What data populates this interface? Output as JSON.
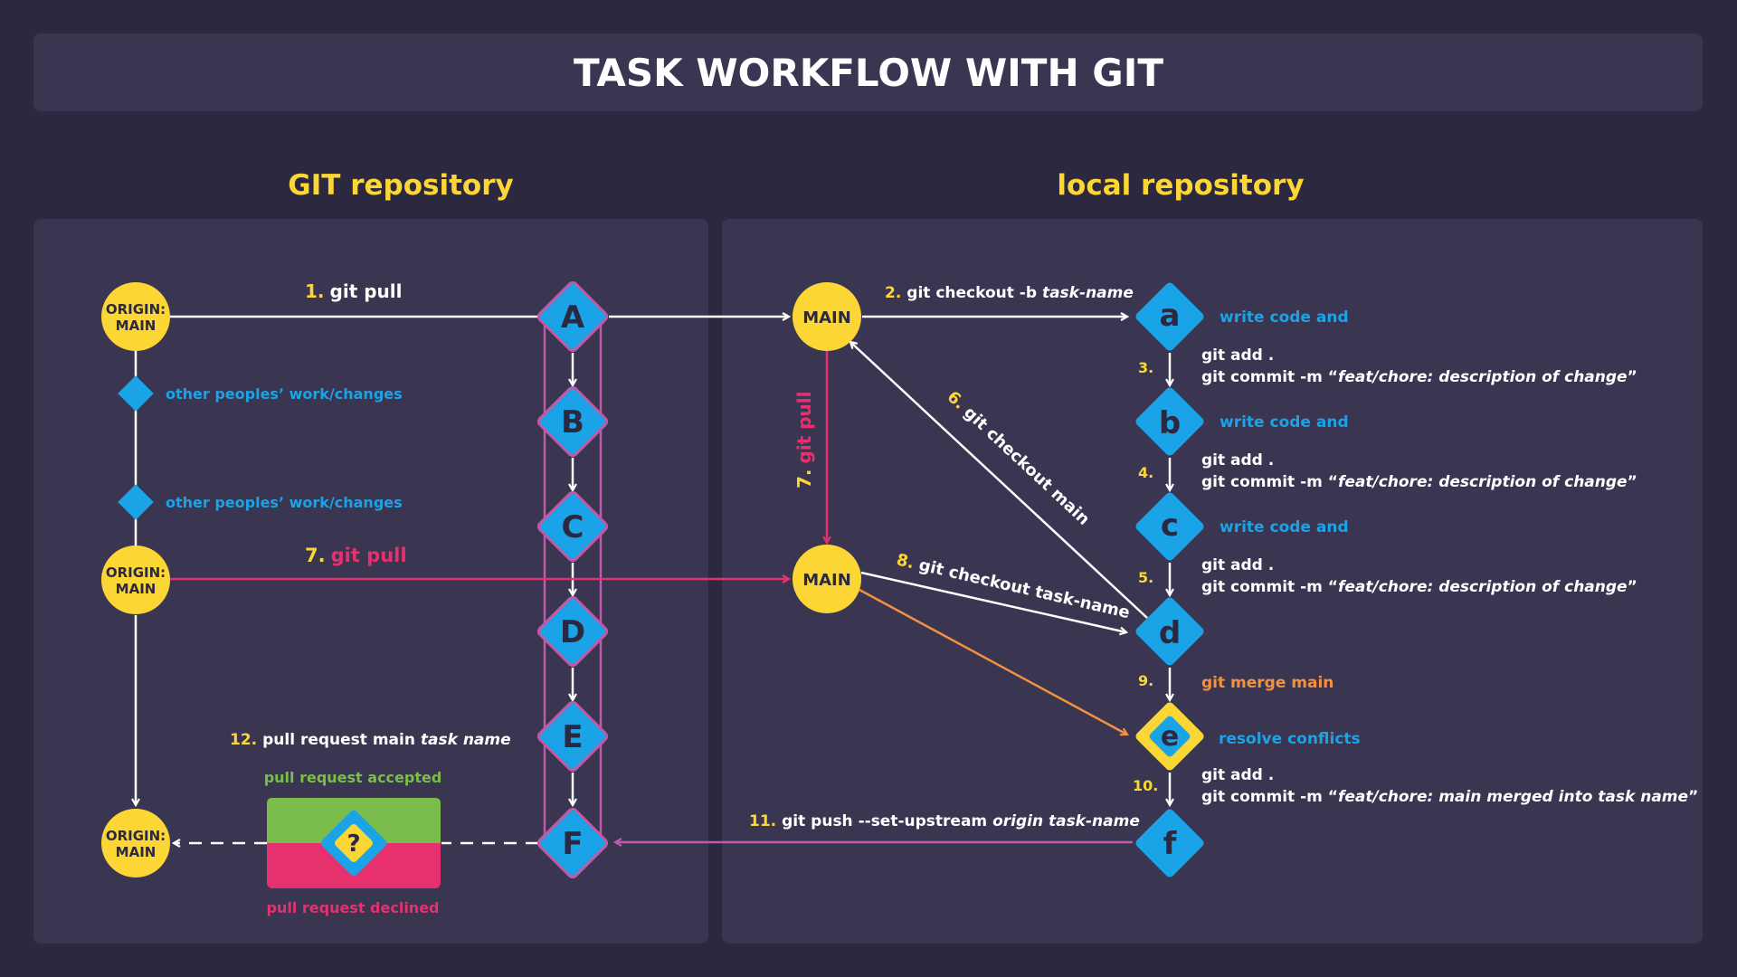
{
  "title": "TASK WORKFLOW  WITH GIT",
  "panels": {
    "left": "GIT repository",
    "right": "local repository"
  },
  "colors": {
    "background": "#2c283f",
    "panel": "#3a3551",
    "yellow": "#fcd635",
    "blue": "#1ba3e8",
    "pink": "#e7316f",
    "orange": "#f39141",
    "purple": "#bf5aa8",
    "green": "#7bbd4a",
    "white": "#ffffff"
  },
  "nodes": {
    "origin1": "ORIGIN:\nMAIN",
    "origin2": "ORIGIN:\nMAIN",
    "origin3": "ORIGIN:\nMAIN",
    "main1": "MAIN",
    "main2": "MAIN",
    "A": "A",
    "B": "B",
    "C": "C",
    "D": "D",
    "E": "E",
    "F": "F",
    "a": "a",
    "b": "b",
    "c": "c",
    "d": "d",
    "e": "e",
    "f": "f",
    "pr_mark": "?"
  },
  "labels": {
    "other1": "other peoples’ work/changes",
    "other2": "other peoples’ work/changes",
    "step1_num": "1.",
    "step1_cmd": "git pull",
    "step2_num": "2.",
    "step2_cmd": "git checkout -b ",
    "step2_arg": "task-name",
    "write1": "write code and",
    "write2": "write code and",
    "write3": "write code and",
    "step3_num": "3.",
    "step4_num": "4.",
    "step5_num": "5.",
    "git_add": "git add .",
    "commit_prefix": "git commit -m “",
    "commit_msg": "feat/chore: description of change",
    "commit_suffix": "”",
    "step6_num": "6.",
    "step6_cmd": "git checkout main",
    "step7_num": "7.",
    "step7_cmd": "git pull",
    "step7b_num": "7.",
    "step7b_cmd": "git pull",
    "step8_num": "8.",
    "step8_cmd": "git checkout task-name",
    "step9_num": "9.",
    "step9_cmd": "git merge main",
    "resolve": "resolve conflicts",
    "step10_num": "10.",
    "commit10_msg": "feat/chore: main merged into task name",
    "step11_num": "11.",
    "step11_cmd": "git push --set-upstream ",
    "step11_arg": "origin task-name",
    "step12_num": "12.",
    "step12_cmd": "pull request main ",
    "step12_arg": "task name",
    "pr_accepted": "pull request accepted",
    "pr_declined": "pull request declined"
  }
}
